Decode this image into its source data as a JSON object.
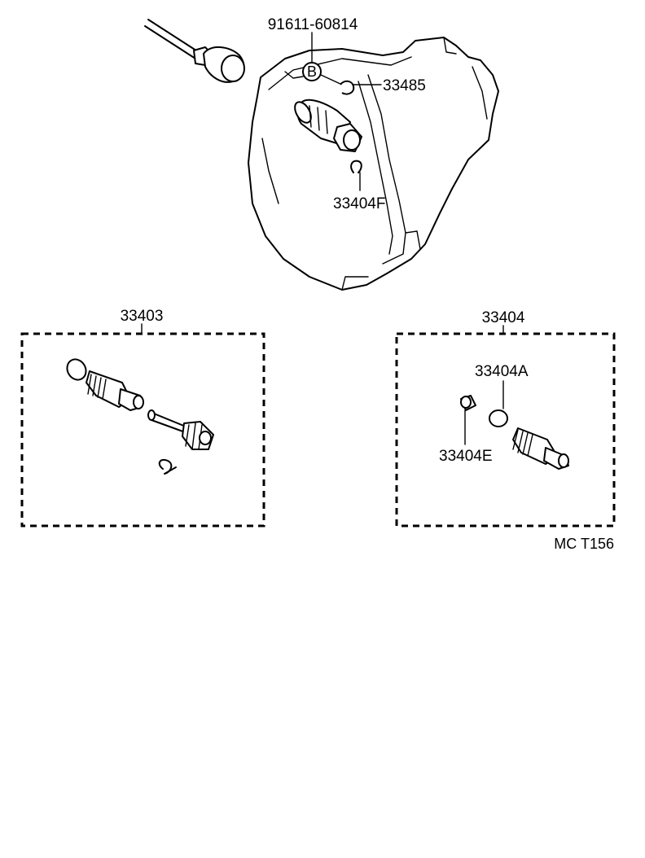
{
  "callouts": {
    "bolt": "91611-60814",
    "bolt_mark": "B",
    "clip": "33485",
    "pin": "33404F",
    "kit_left": "33403",
    "kit_right": "33404",
    "oring": "33404A",
    "seal": "33404E"
  },
  "figure_code": "MC T156"
}
